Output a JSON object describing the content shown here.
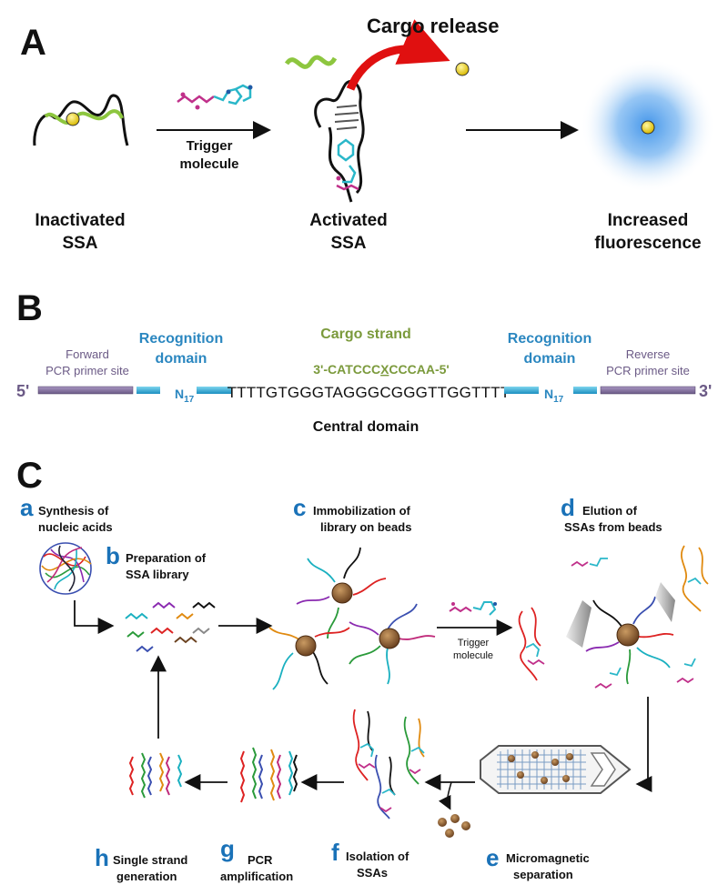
{
  "colors": {
    "teal_label": "#2b87c0",
    "primer_purple": "#7d6b9e",
    "cargo_green": "#7b9a3c",
    "release_arrow": "#e01010",
    "cargo_bead": "#f2e01a",
    "fluorescence": "#3a90e8",
    "step_letters": "#1a72b8",
    "magnetic_bead": "#8a5a2e"
  },
  "panel_a": {
    "letter": "A",
    "cargo_release": "Cargo release",
    "trigger_line1": "Trigger",
    "trigger_line2": "molecule",
    "inactivated_line1": "Inactivated",
    "inactivated_line2": "SSA",
    "activated_line1": "Activated",
    "activated_line2": "SSA",
    "increased_line1": "Increased",
    "increased_line2": "fluorescence"
  },
  "panel_b": {
    "letter": "B",
    "forward_line1": "Forward",
    "forward_line2": "PCR primer site",
    "recognition_left_line1": "Recognition",
    "recognition_left_line2": "domain",
    "cargo_strand": "Cargo strand",
    "cargo_seq_pre": "3'-CATCCC",
    "cargo_seq_x": "X",
    "cargo_seq_post": "CCCAA-5'",
    "recognition_right_line1": "Recognition",
    "recognition_right_line2": "domain",
    "reverse_line1": "Reverse",
    "reverse_line2": "PCR primer site",
    "five_prime": "5'",
    "three_prime": "3'",
    "n17_base": "N",
    "n17_sub": "17",
    "central_sequence": "TTTTGTGGGTAGGGCGGGTTGGTTTT",
    "central_domain": "Central domain"
  },
  "panel_c": {
    "letter": "C",
    "a_letter": "a",
    "a_line1": "Synthesis of",
    "a_line2": "nucleic acids",
    "b_letter": "b",
    "b_line1": "Preparation of",
    "b_line2": "SSA library",
    "c_letter": "c",
    "c_line1": "Immobilization of",
    "c_line2": "library on beads",
    "d_letter": "d",
    "d_line1": "Elution of",
    "d_line2": "SSAs from beads",
    "trigger_line1": "Trigger",
    "trigger_line2": "molecule",
    "e_letter": "e",
    "e_line1": "Micromagnetic",
    "e_line2": "separation",
    "f_letter": "f",
    "f_line1": "Isolation of",
    "f_line2": "SSAs",
    "g_letter": "g",
    "g_line1": "PCR",
    "g_line2": "amplification",
    "h_letter": "h",
    "h_line1": "Single strand",
    "h_line2": "generation"
  }
}
